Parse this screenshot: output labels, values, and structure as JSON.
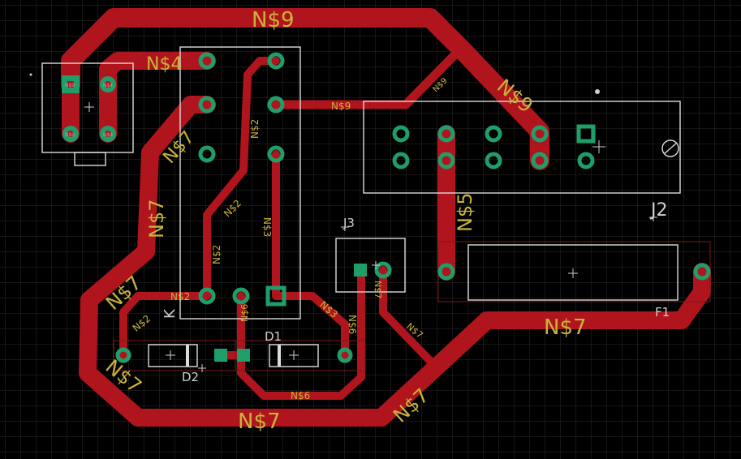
{
  "colors": {
    "background": "#000000",
    "grid": "#2b2b2b",
    "trace": "#b0141d",
    "pad": "#1f9e6a",
    "silkscreen": "#dcdcdc",
    "label": "#c8b43a"
  },
  "nets": {
    "n9": "N$9",
    "n4": "N$4",
    "n7": "N$7",
    "n2": "N$2",
    "n3": "N$3",
    "n5": "N$5",
    "n6": "N$6"
  },
  "parts": {
    "j2": "J2",
    "j3": "J3",
    "d1": "D1",
    "d2": "D2",
    "f1": "F1",
    "k": "K"
  }
}
